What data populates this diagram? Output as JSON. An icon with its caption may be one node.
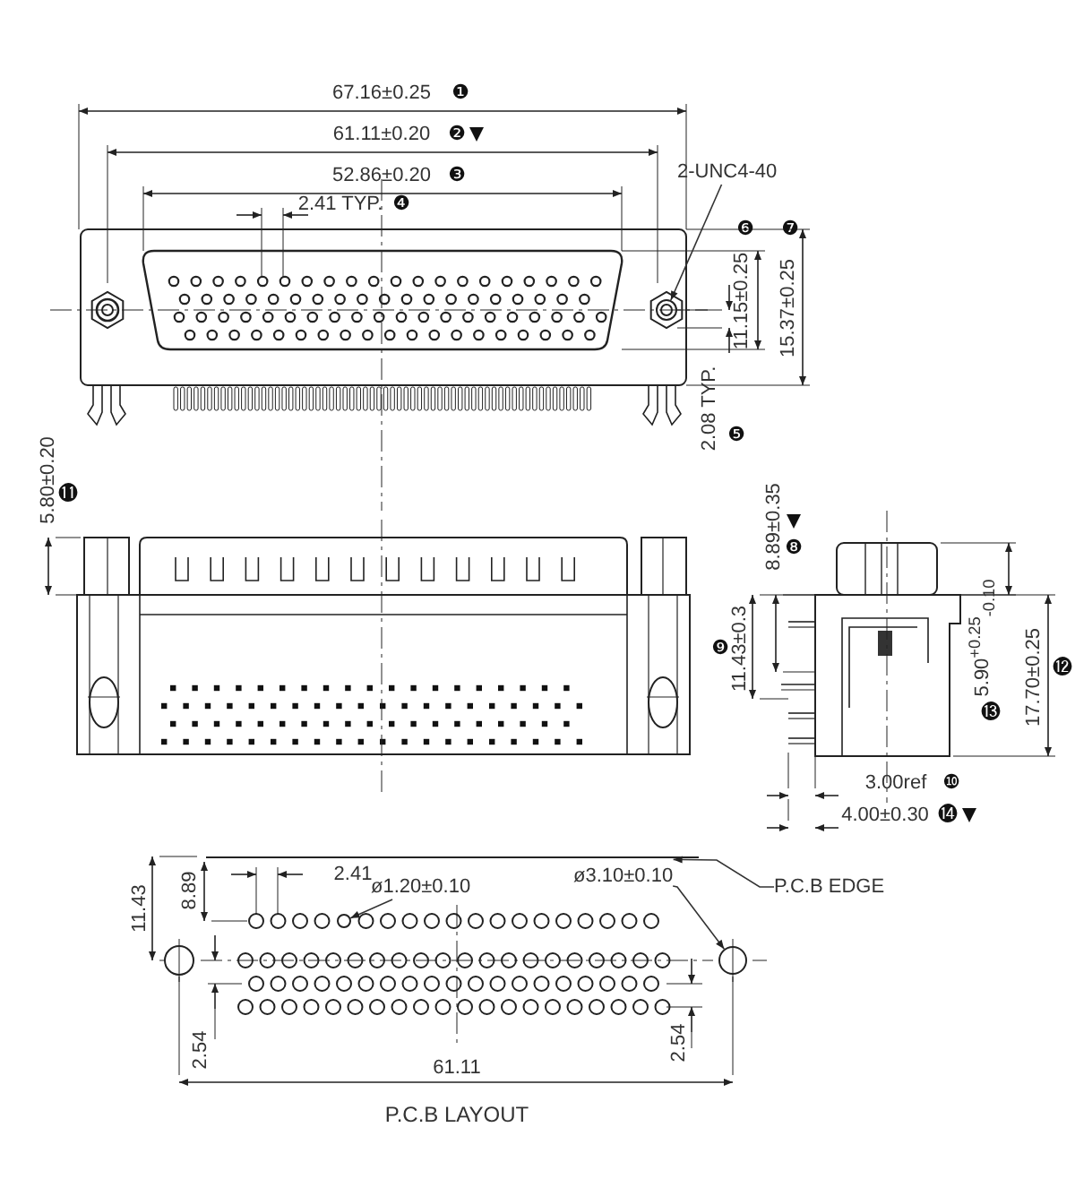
{
  "diagram": {
    "nodes": [
      {
        "text": [
          "2-UNC4-40"
        ]
      },
      {
        "text": [],
        "shape": "circle"
      },
      {
        "text": [
          "P.C.B EDGE"
        ]
      },
      {
        "text": [],
        "shape": "bar"
      },
      {
        "text": [
          "ø1.20±0.10"
        ]
      },
      {
        "text": [],
        "shape": "circle"
      },
      {
        "text": [
          "ø3.10±0.10"
        ]
      },
      {
        "text": [],
        "shape": "circle"
      }
    ],
    "edges": [
      {
        "from": 0,
        "to": 1,
        "arrow": "to"
      },
      {
        "from": 2,
        "to": 3,
        "arrow": "to"
      },
      {
        "from": 4,
        "to": 5,
        "arrow": "to"
      },
      {
        "from": 6,
        "to": 7,
        "arrow": "to"
      }
    ],
    "labels": [
      "67.16±0.25",
      "❶",
      "61.11±0.20",
      "❷",
      "52.86±0.20",
      "❸",
      "2.41 TYP.",
      "❹",
      "❻",
      "❼",
      "11.15±0.25",
      "15.37±0.25",
      "2.08 TYP.",
      "❺",
      "5.80±0.20",
      "⓫",
      "8.89±0.35",
      "❽",
      "11.43±0.3",
      "❾",
      "5.90$^{+0.25}$$_{-0.10}$",
      "⓭",
      "17.70±0.25",
      "⓬",
      "3.00ref",
      "❿",
      "4.00±0.30",
      "⓮",
      "11.43",
      "8.89",
      "2.41",
      "2.54",
      "2.54",
      "61.11",
      "P.C.B LAYOUT"
    ]
  }
}
